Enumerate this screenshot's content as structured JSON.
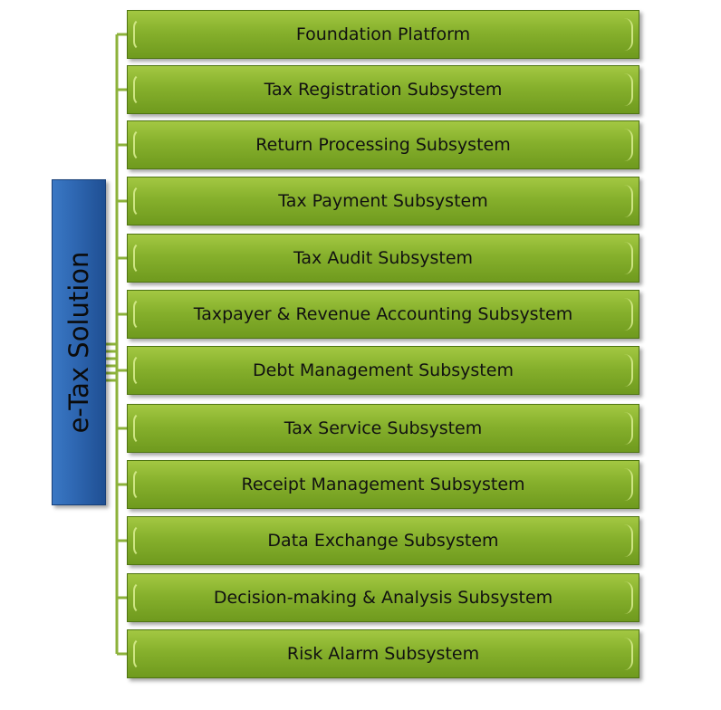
{
  "root": {
    "label": "e-Tax Solution",
    "color": "#2f68b3"
  },
  "box_color": "#86b02c",
  "items": [
    {
      "label": "Foundation Platform"
    },
    {
      "label": "Tax Registration Subsystem"
    },
    {
      "label": "Return Processing Subsystem"
    },
    {
      "label": "Tax Payment Subsystem"
    },
    {
      "label": "Tax Audit Subsystem"
    },
    {
      "label": "Taxpayer & Revenue Accounting Subsystem"
    },
    {
      "label": "Debt Management Subsystem"
    },
    {
      "label": "Tax Service Subsystem"
    },
    {
      "label": "Receipt Management Subsystem"
    },
    {
      "label": "Data Exchange Subsystem"
    },
    {
      "label": "Decision-making & Analysis Subsystem"
    },
    {
      "label": "Risk Alarm Subsystem"
    }
  ]
}
